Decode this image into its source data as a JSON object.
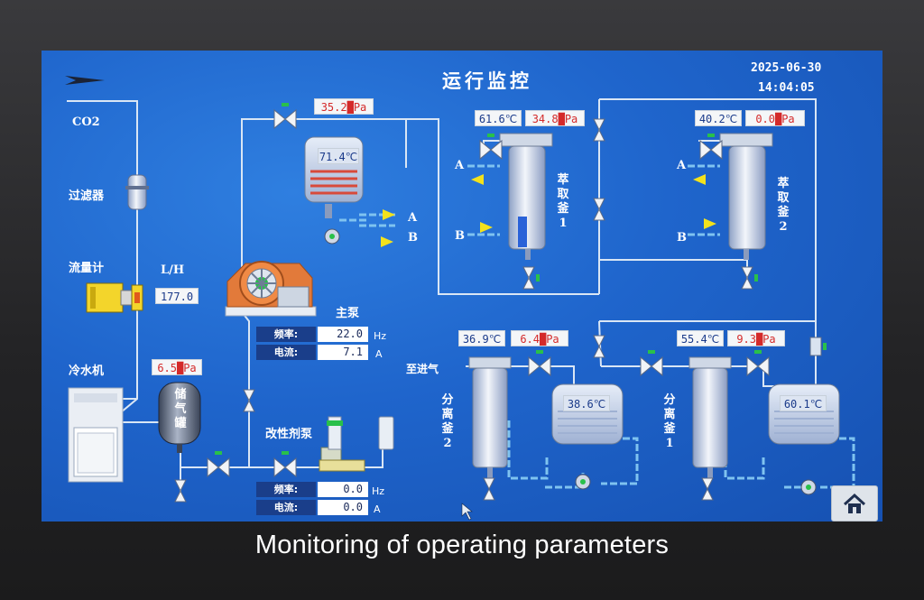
{
  "screen": {
    "title": "运行监控",
    "date": "2025-06-30",
    "time": "14:04:05"
  },
  "left": {
    "co2_label": "CO2",
    "filter_label": "过滤器",
    "flowmeter_label": "流量计",
    "flow_unit": "L/H",
    "flow_value": "177.0",
    "chiller_label": "冷水机",
    "tank_pressure": "6.5█Pa",
    "tank_label": "储气罐"
  },
  "main_pump": {
    "label": "主泵",
    "freq_label": "频率:",
    "freq_value": "22.0",
    "freq_unit": "Hz",
    "curr_label": "电流:",
    "curr_value": "7.1",
    "curr_unit": "A"
  },
  "modifier_pump": {
    "label": "改性剂泵",
    "freq_label": "频率:",
    "freq_value": "0.0",
    "freq_unit": "Hz",
    "curr_label": "电流:",
    "curr_value": "0.0",
    "curr_unit": "A"
  },
  "heater": {
    "pressure": "35.2█Pa",
    "temp": "71.4℃",
    "port_a": "A",
    "port_b": "B"
  },
  "extractor1": {
    "label": "萃取釜1",
    "temp": "61.6℃",
    "pressure": "34.8█Pa",
    "port_a": "A",
    "port_b": "B"
  },
  "extractor2": {
    "label": "萃取釜2",
    "temp": "40.2℃",
    "pressure": "0.0█Pa",
    "port_a": "A",
    "port_b": "B"
  },
  "separator2": {
    "label": "分离釜2",
    "temp": "36.9℃",
    "pressure": "6.4█Pa",
    "inlet_label": "至进气",
    "tank_temp": "38.6℃"
  },
  "separator1": {
    "label": "分离釜1",
    "temp": "55.4℃",
    "pressure": "9.3█Pa",
    "tank_temp": "60.1℃"
  },
  "caption": "Monitoring of operating parameters",
  "colors": {
    "screen_bg": "#1f65cc",
    "pipe": "#d9e6f5",
    "liquid_pipe": "#7fc3f0",
    "arrow": "#f3e21c",
    "value_red": "#d42a2a",
    "valve_green": "#29c04a"
  }
}
